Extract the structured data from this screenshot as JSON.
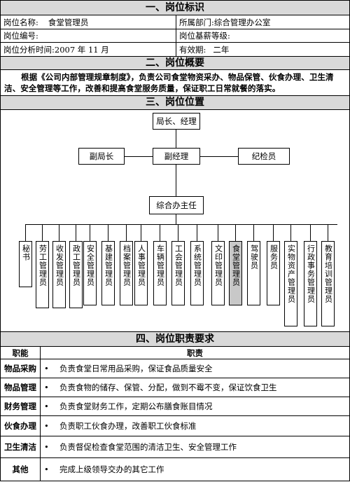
{
  "sections": {
    "s1": "一、岗位标识",
    "s2": "二、岗位概要",
    "s3": "三、岗位位置",
    "s4": "四、岗位职责要求"
  },
  "identity": {
    "name_label": "岗位名称:",
    "name_value": "食堂管理员",
    "dept_label": "所属部门:",
    "dept_value": "综合管理办公室",
    "code_label": "岗位编号:",
    "code_value": "",
    "salary_label": "岗位基薪等级:",
    "salary_value": "",
    "time_label": "岗位分析时间:",
    "time_value": "2007 年 11 月",
    "valid_label": "有效期:",
    "valid_value": "二年"
  },
  "summary": "根据《公司内部管理规章制度》，负责公司食堂物资采办、物品保管、伙食办理、卫生清洁、安全管理等工作，改善和提高食堂服务质量，保证职工日常就餐的落实。",
  "org": {
    "top": "局长、经理",
    "mid": [
      "副局长",
      "副经理",
      "纪检员"
    ],
    "office": "综合办主任",
    "units": [
      "秘书",
      "劳工管理员",
      "收发管理员",
      "政工管理员",
      "安全管理员",
      "基建管理员",
      "档案管理员",
      "人事管理员",
      "车辆管理员",
      "工会管理员",
      "系统管理员",
      "文印管理员",
      "食堂管理员",
      "驾驶员",
      "服务员",
      "实物资产管理员",
      "行政事务管理员",
      "教育培训管理员"
    ]
  },
  "duties": {
    "col_role": "职能",
    "col_duty": "职责",
    "rows": [
      {
        "role": "物品采购",
        "duty": "负责食堂日常用品采购，保证食品质量安全"
      },
      {
        "role": "物品管理",
        "duty": "负责食物的储存、保管、分配，做到不霉不变，保证饮食卫生"
      },
      {
        "role": "财务管理",
        "duty": "负责食堂财务工作，定期公布膳食账目情况"
      },
      {
        "role": "伙食办理",
        "duty": "负责职工伙食办理，改善职工伙食标准"
      },
      {
        "role": "卫生清洁",
        "duty": "负责督促检查食堂范围的清洁卫生、安全管理工作"
      },
      {
        "role": "其他",
        "duty": "完成上级领导交办的其它工作"
      }
    ],
    "bullet": "•"
  }
}
